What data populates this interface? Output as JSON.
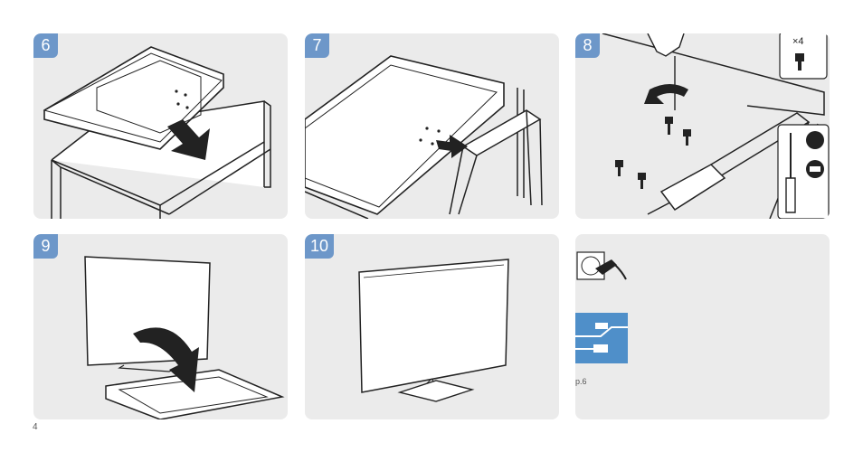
{
  "steps": [
    {
      "number": "6"
    },
    {
      "number": "7"
    },
    {
      "number": "8"
    },
    {
      "number": "9"
    },
    {
      "number": "10"
    }
  ],
  "screw_count_label": "×4",
  "reference_label": "p.6",
  "page_number": "4",
  "colors": {
    "panel_background": "#ebebeb",
    "step_badge": "#6d97c9",
    "hdmi_tile": "#4f8fc9",
    "line_art": "#222222"
  }
}
